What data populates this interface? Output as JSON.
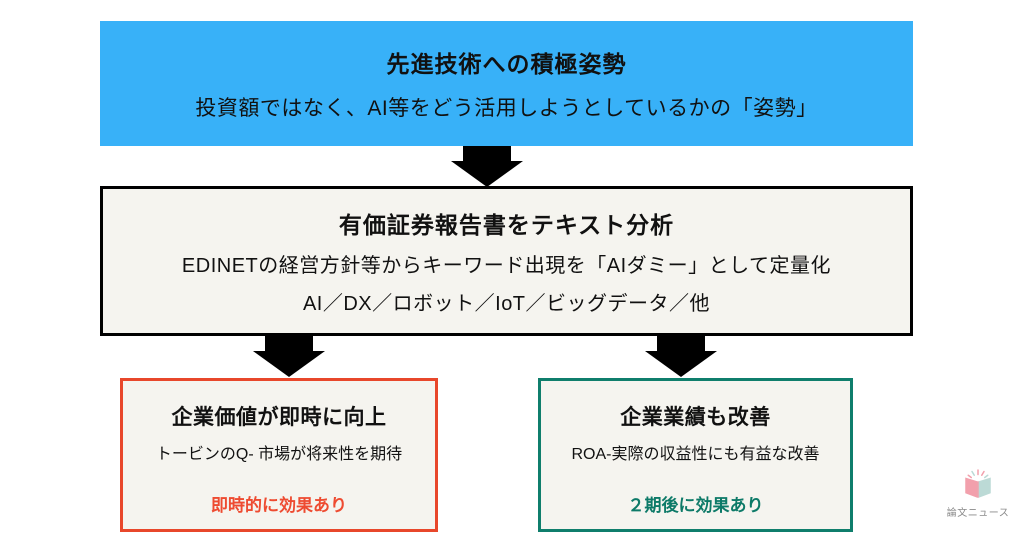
{
  "top_box": {
    "title": "先進技術への積極姿勢",
    "subtitle": "投資額ではなく、AI等をどう活用しようとしているかの「姿勢」",
    "bg_color": "#38b1f8"
  },
  "middle_box": {
    "title": "有価証券報告書をテキスト分析",
    "line1": "EDINETの経営方針等からキーワード出現を「AIダミー」として定量化",
    "line2": "AI／DX／ロボット／IoT／ビッグデータ／他",
    "bg_color": "#f5f4ef",
    "border_color": "#000000"
  },
  "left_box": {
    "title": "企業価値が即時に向上",
    "subtitle": "トービンのQ- 市場が将来性を期待",
    "highlight": "即時的に効果あり",
    "border_color": "#e8472b",
    "highlight_color": "#ee4b31",
    "bg_color": "#f5f4ef"
  },
  "right_box": {
    "title": "企業業績も改善",
    "subtitle": "ROA-実際の収益性にも有益な改善",
    "highlight": "２期後に効果あり",
    "border_color": "#0f7e6c",
    "highlight_color": "#0d7a68",
    "bg_color": "#f5f4ef"
  },
  "arrows": {
    "icon": "block-down-arrow",
    "color": "#000000",
    "count": 3
  },
  "logo": {
    "text": "論文ニュース",
    "icon": "open-book-icon",
    "book_left_color": "#f2a0ac",
    "book_right_color": "#bcdad6",
    "text_color": "#8a8a8a"
  }
}
